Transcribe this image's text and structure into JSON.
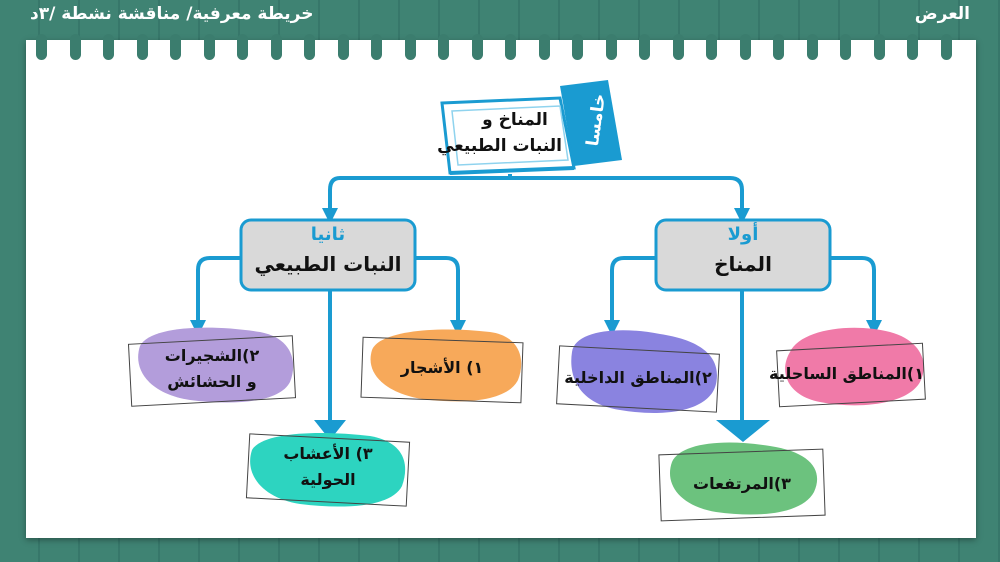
{
  "header": {
    "right_title": "العرض",
    "left_title": "خريطة معرفية/ مناقشة نشطة /٣د"
  },
  "book": {
    "spine_label": "خامسا",
    "title_line1": "المناخ و",
    "title_line2": "النبات الطبيعي"
  },
  "branches": {
    "climate": {
      "tag": "أولا",
      "title": "المناخ"
    },
    "plants": {
      "tag": "ثانيا",
      "title": "النبات الطبيعي"
    }
  },
  "climate_items": [
    {
      "label": "١)المناطق الساحلية",
      "color": "#f07aa8"
    },
    {
      "label": "٢)المناطق الداخلية",
      "color": "#8a83e0"
    },
    {
      "label": "٣)المرتفعات",
      "color": "#6cc27e"
    }
  ],
  "plant_items": [
    {
      "label": "١) الأشجار",
      "color": "#f7a95a"
    },
    {
      "label_line1": "٢)الشجيرات",
      "label_line2": "و الحشائش",
      "color": "#b39ddb"
    },
    {
      "label_line1": "٣) الأعشاب",
      "label_line2": "الحولية",
      "color": "#2dd4c0"
    }
  ],
  "colors": {
    "accent": "#1a9bd1",
    "box_fill": "#d9d9d9",
    "board": "#3b7d6e"
  }
}
